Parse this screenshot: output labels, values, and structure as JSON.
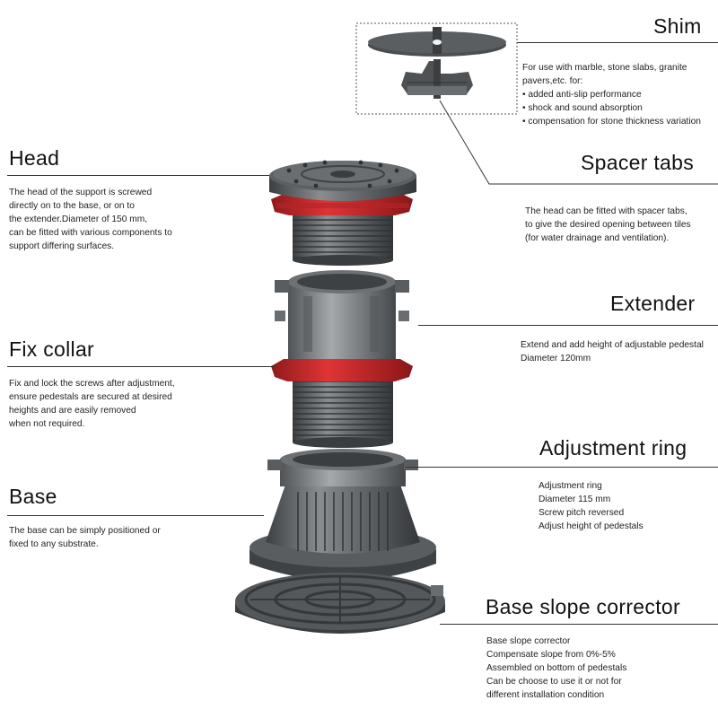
{
  "labels": {
    "shim": {
      "title": "Shim",
      "lines": [
        "For use with marble, stone slabs, granite",
        "pavers,etc. for:",
        "• added anti-slip performance",
        "• shock and sound absorption",
        "• compensation for stone thickness variation"
      ]
    },
    "spacer_tabs": {
      "title": "Spacer tabs",
      "lines": [
        "The head can be fitted with spacer tabs,",
        "to give the desired opening between tiles",
        "(for water drainage and ventilation)."
      ]
    },
    "head": {
      "title": "Head",
      "lines": [
        "The head of the support is screwed",
        "directly on to the base, or on to",
        "the extender.Diameter of 150 mm,",
        "can be fitted with various components to",
        "support differing surfaces."
      ]
    },
    "extender": {
      "title": "Extender",
      "lines": [
        "Extend and add height of adjustable pedestal",
        "Diameter 120mm"
      ]
    },
    "fix_collar": {
      "title": "Fix collar",
      "lines": [
        "Fix and lock the screws after adjustment,",
        "ensure pedestals are secured at desired",
        "heights and are easily removed",
        "when not required."
      ]
    },
    "adjustment_ring": {
      "title": "Adjustment ring",
      "lines": [
        "Adjustment ring",
        "Diameter 115 mm",
        "Screw pitch reversed",
        "Adjust height of pedestals"
      ]
    },
    "base": {
      "title": "Base",
      "lines": [
        "The base can be simply positioned or",
        "fixed to any substrate."
      ]
    },
    "base_slope_corrector": {
      "title": "Base slope corrector",
      "lines": [
        "Base slope corrector",
        "Compensate slope from 0%-5%",
        "Assembled on bottom of pedestals",
        "Can be choose to use it or not for",
        "different installation condition"
      ]
    }
  },
  "colors": {
    "plastic_dark": "#4a4d50",
    "plastic_mid": "#6f7275",
    "plastic_light": "#a3a6a9",
    "collar_red": "#c8292b",
    "rule": "#333333"
  }
}
